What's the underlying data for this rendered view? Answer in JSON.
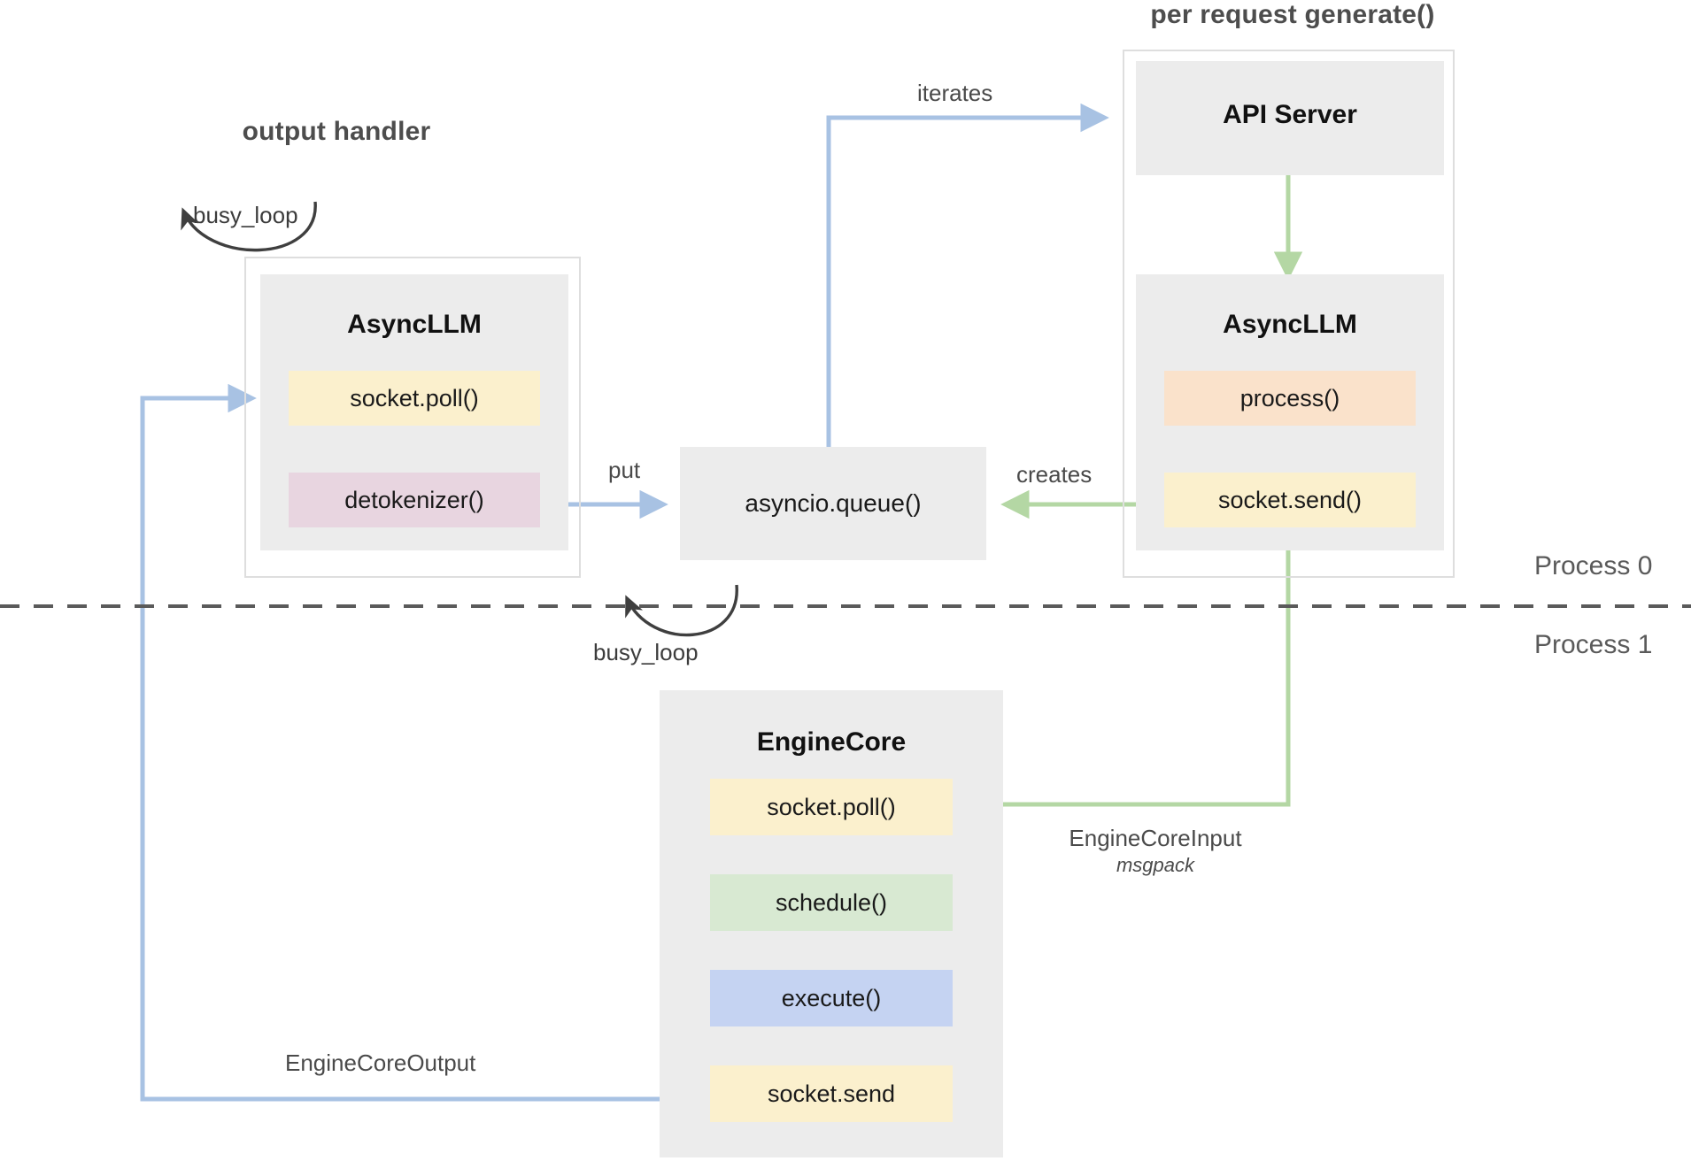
{
  "diagram": {
    "title_output_handler": "output handler",
    "title_per_request": "per request generate()",
    "process_labels": {
      "top": "Process 0",
      "bottom": "Process 1"
    },
    "colors": {
      "blue_arrow": "#a8c2e3",
      "green_arrow": "#b4d7a4",
      "black_arrow": "#3f3f3f",
      "box_grey": "#ececec",
      "frame_grey": "#dedede",
      "chip_yellow": "#fbf0cd",
      "chip_pink": "#e8d5e0",
      "chip_orange": "#fae2cb",
      "chip_green": "#d8e9d2",
      "chip_blue": "#c5d3f2",
      "divider": "#5a5a5a"
    },
    "nodes": {
      "output_handler_asyncllm": {
        "title": "AsyncLLM",
        "chips": [
          {
            "label": "socket.poll()",
            "color": "yellow"
          },
          {
            "label": "detokenizer()",
            "color": "pink"
          }
        ],
        "loop_label": "busy_loop"
      },
      "asyncio_queue": {
        "label": "asyncio.queue()"
      },
      "api_server": {
        "title": "API Server"
      },
      "request_asyncllm": {
        "title": "AsyncLLM",
        "chips": [
          {
            "label": "process()",
            "color": "orange"
          },
          {
            "label": "socket.send()",
            "color": "yellow"
          }
        ]
      },
      "engine_core": {
        "title": "EngineCore",
        "loop_label": "busy_loop",
        "chips": [
          {
            "label": "socket.poll()",
            "color": "yellow"
          },
          {
            "label": "schedule()",
            "color": "green"
          },
          {
            "label": "execute()",
            "color": "blue"
          },
          {
            "label": "socket.send",
            "color": "yellow"
          }
        ]
      }
    },
    "edges": {
      "iterates": "iterates",
      "put": "put",
      "creates": "creates",
      "engine_core_input": "EngineCoreInput",
      "engine_core_input_sub": "msgpack",
      "engine_core_output": "EngineCoreOutput"
    }
  }
}
